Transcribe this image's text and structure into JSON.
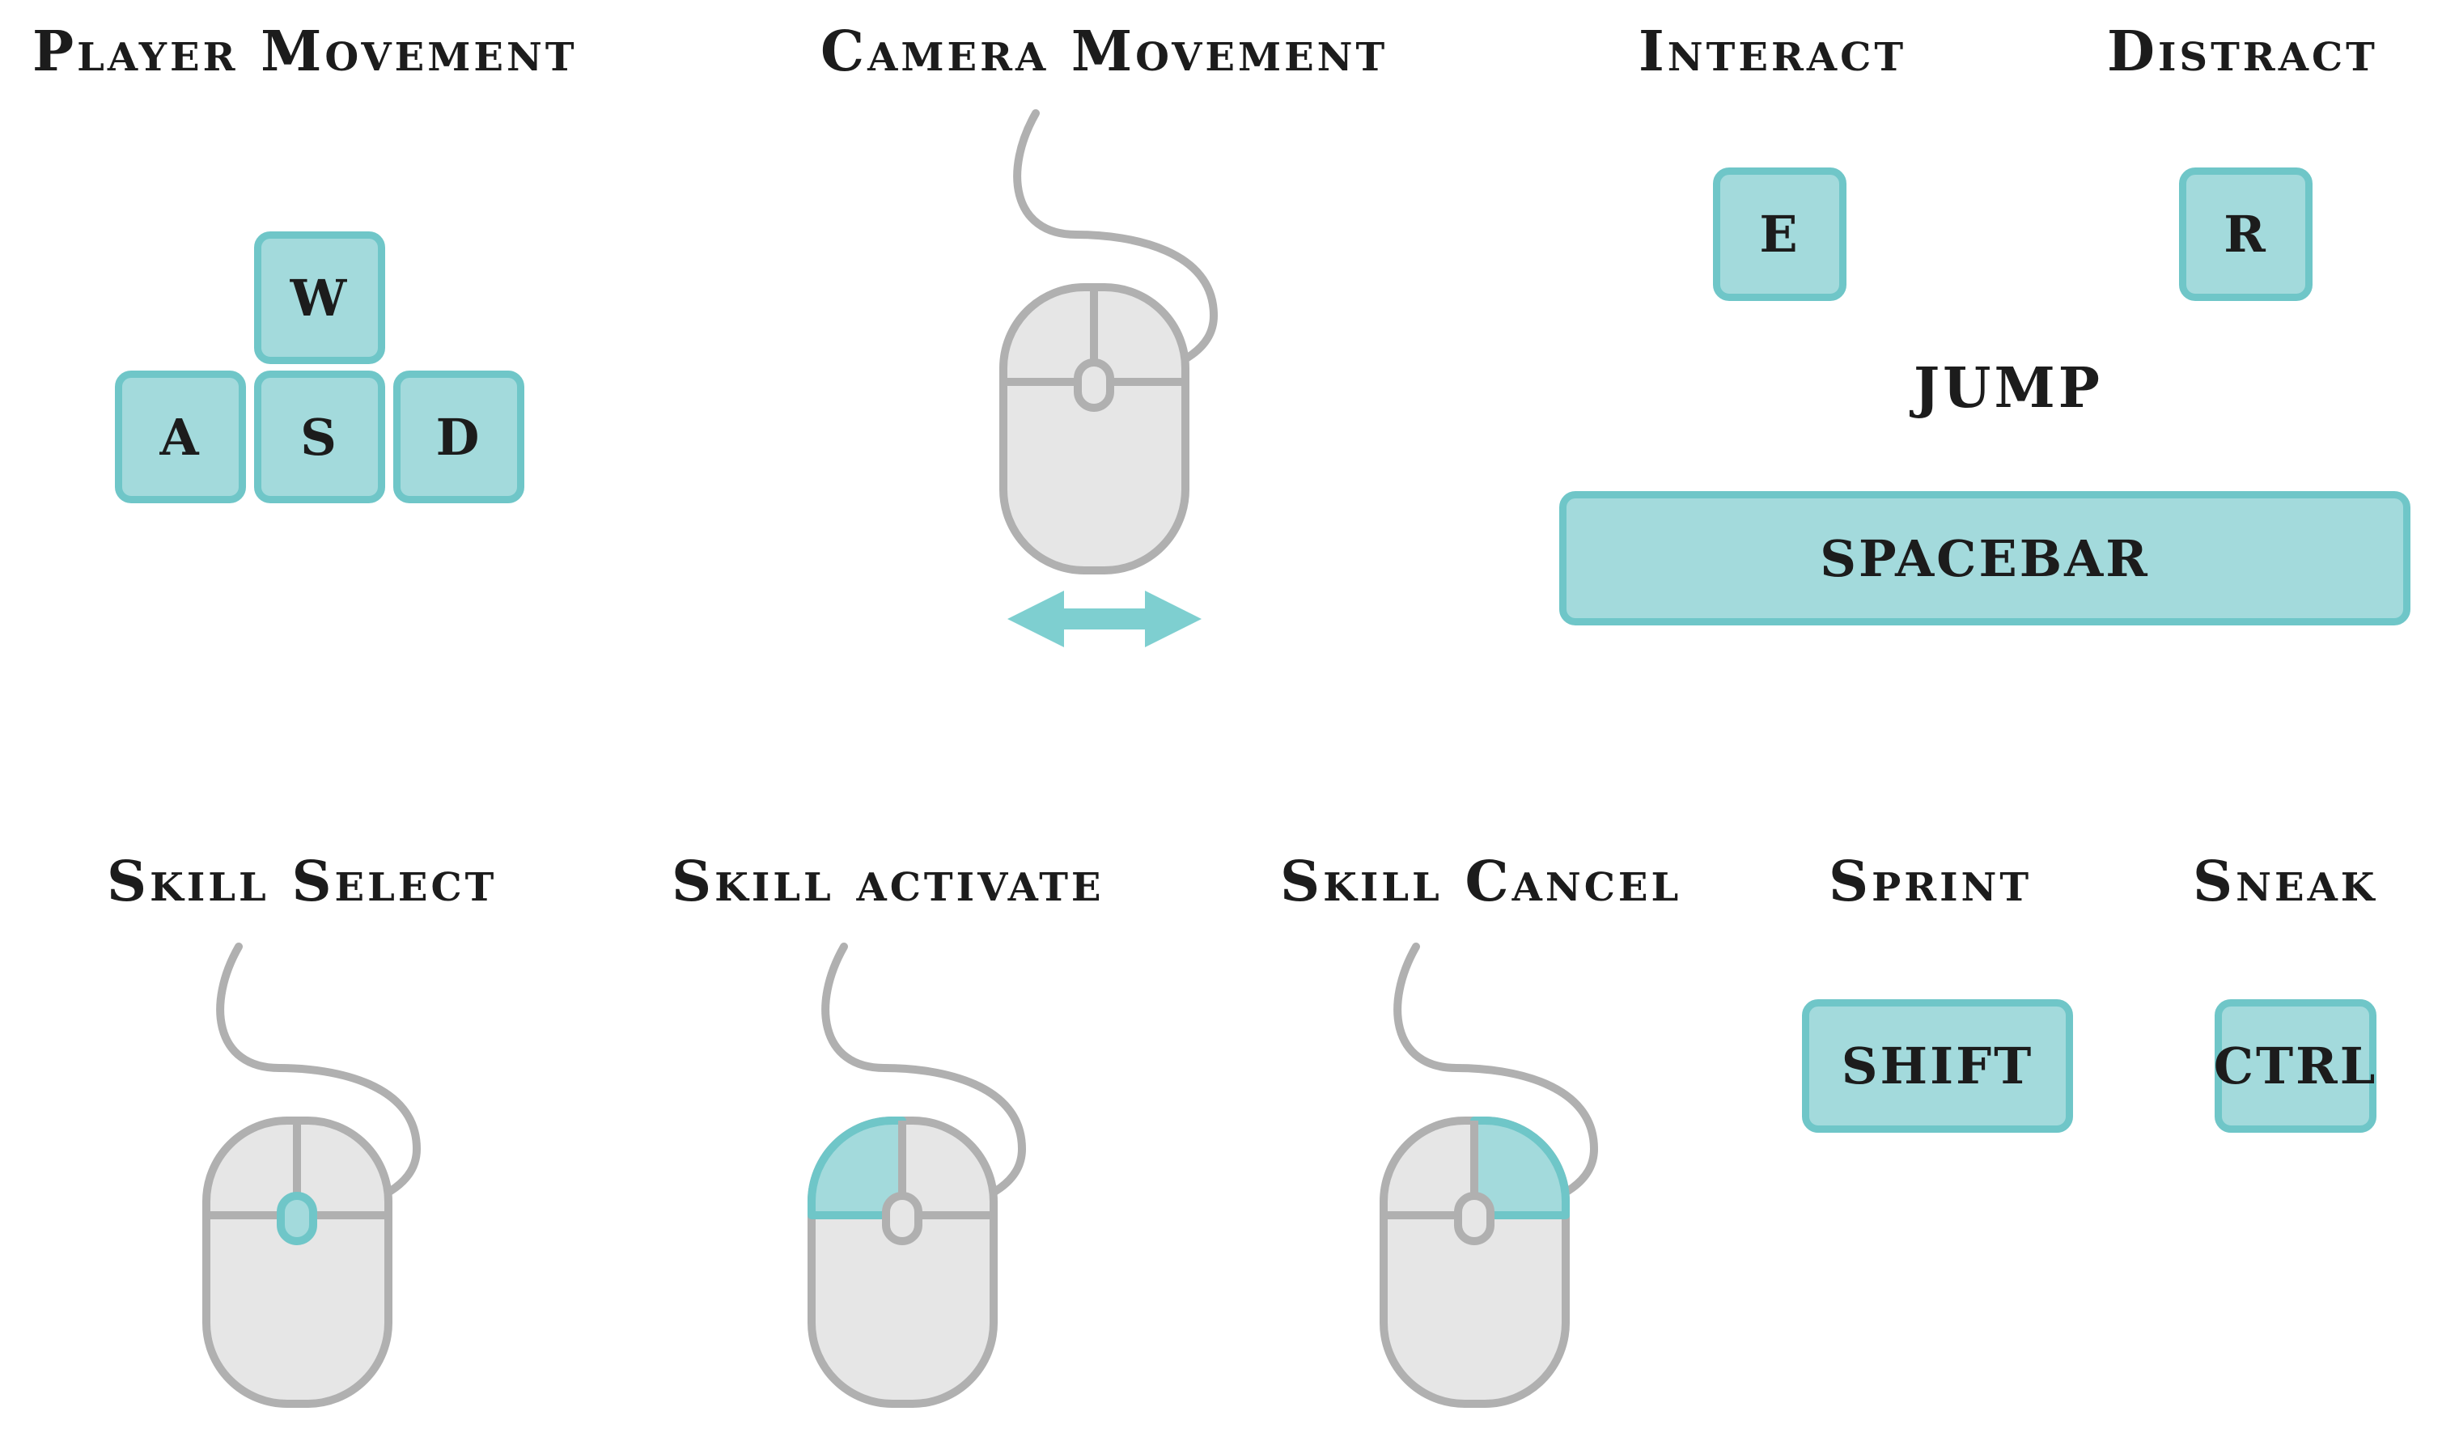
{
  "colors": {
    "key_fill": "#a3dadc",
    "key_border": "#6fc6c8",
    "mouse_fill": "#e6e6e6",
    "mouse_stroke": "#b0b0b0",
    "highlight": "#a3dadc",
    "highlight_stroke": "#6fc6c8",
    "text": "#1c1c1c"
  },
  "player_movement": {
    "title": "Player Movement",
    "keys": {
      "w": "W",
      "a": "A",
      "s": "S",
      "d": "D"
    }
  },
  "camera_movement": {
    "title": "Camera Movement",
    "icons": [
      "mouse-icon",
      "horizontal-arrow-icon"
    ]
  },
  "interact": {
    "title": "Interact",
    "key": "E"
  },
  "distract": {
    "title": "Distract",
    "key": "R"
  },
  "jump": {
    "title": "JUMP",
    "key": "SPACEBAR"
  },
  "skill_select": {
    "title": "Skill Select",
    "highlight": "scroll-wheel"
  },
  "skill_activate": {
    "title": "Skill activate",
    "highlight": "left-button"
  },
  "skill_cancel": {
    "title": "Skill Cancel",
    "highlight": "right-button"
  },
  "sprint": {
    "title": "Sprint",
    "key": "SHIFT"
  },
  "sneak": {
    "title": "Sneak",
    "key": "CTRL"
  }
}
